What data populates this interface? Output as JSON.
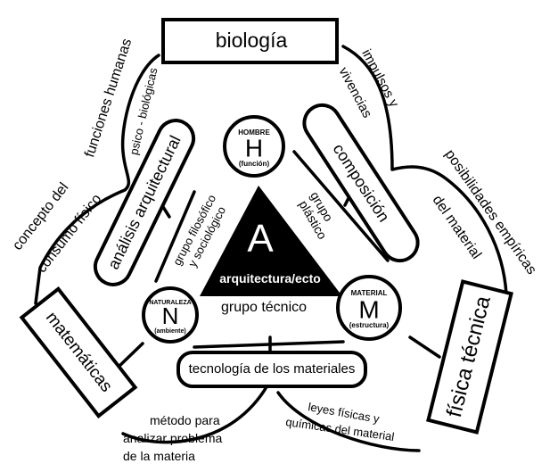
{
  "nodes": {
    "biologia": "biología",
    "matematicas": "matemáticas",
    "fisica_tecnica": "física técnica",
    "analisis": "análisis arquitectural",
    "composicion": "composición",
    "tecnologia": "tecnología de los materiales",
    "center": {
      "glyph": "A",
      "label": "arquitectura/ecto"
    },
    "hombre": {
      "title": "HOMBRE",
      "letter": "H",
      "sub": "(función)"
    },
    "naturaleza": {
      "title": "NATURALEZA",
      "letter": "N",
      "sub": "(ambiente)"
    },
    "material": {
      "title": "MATERIAL",
      "letter": "M",
      "sub": "(estructura)"
    }
  },
  "groups": {
    "filosofico": [
      "grupo filosófico",
      "y sociológico"
    ],
    "plastico": [
      "grupo",
      "plástico"
    ],
    "tecnico": "grupo técnico"
  },
  "links": {
    "funciones_humanas": "funciones humanas",
    "psico_biologicas": "psico - biológicas",
    "concepto_del": "concepto del",
    "consumo_fisico": "consumo físico",
    "impulsos": "impulsos y",
    "vivencias": "vivencias",
    "posibilidades": "posibilidades empíricas",
    "del_material": "del material",
    "metodo": [
      "método para",
      "analizar problema",
      "de la materia"
    ],
    "leyes": [
      "leyes físicas y",
      "químicas del material"
    ]
  }
}
